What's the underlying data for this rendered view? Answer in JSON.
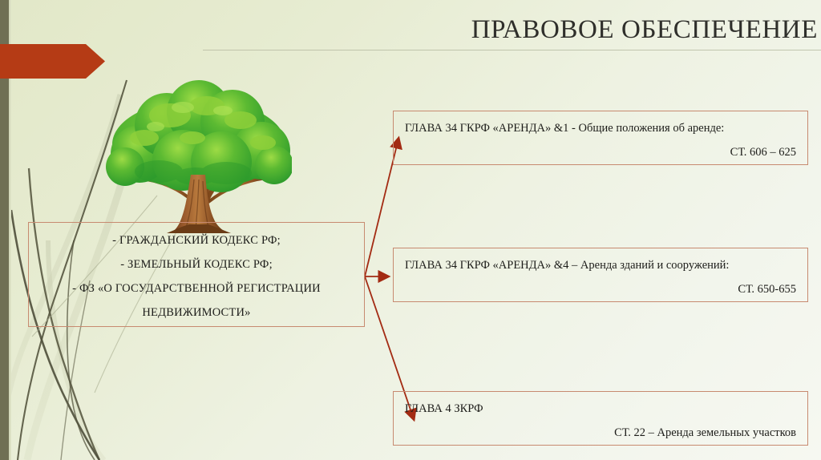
{
  "slide": {
    "title": "ПРАВОВОЕ ОБЕСПЕЧЕНИЕ",
    "colors": {
      "background_start": "#e2e8c8",
      "background_end": "#f6f8f1",
      "banner_red": "#b53b15",
      "box_border": "#c78a70",
      "arrow_red": "#a32b13",
      "left_stripe": "#6f6f54",
      "title_text": "#2f2f2b",
      "grass_dark": "#55553f",
      "tree_foliage_dark": "#2faa30",
      "tree_foliage_light": "#8ed03a",
      "tree_trunk": "#8a4f24"
    }
  },
  "source_box": {
    "lines": [
      "- ГРАЖДАНСКИЙ КОДЕКС РФ;",
      "-    ЗЕМЕЛЬНЫЙ КОДЕКС РФ;",
      "- ФЗ «О ГОСУДАРСТВЕННОЙ РЕГИСТРАЦИИ",
      "НЕДВИЖИМОСТИ»"
    ]
  },
  "target_boxes": [
    {
      "heading": "ГЛАВА 34 ГКРФ «АРЕНДА» &1 - Общие положения об аренде:",
      "articles": "СТ. 606 – 625"
    },
    {
      "heading": "ГЛАВА 34 ГКРФ «АРЕНДА» &4 – Аренда зданий и сооружений:",
      "articles": "СТ. 650-655"
    },
    {
      "heading": "ГЛАВА 4 ЗКРФ",
      "articles": "СТ. 22 – Аренда земельных участков"
    }
  ],
  "decorations": {
    "banner": "right-chevron-banner",
    "tree": "tree-illustration",
    "grass": "grass-blades"
  }
}
